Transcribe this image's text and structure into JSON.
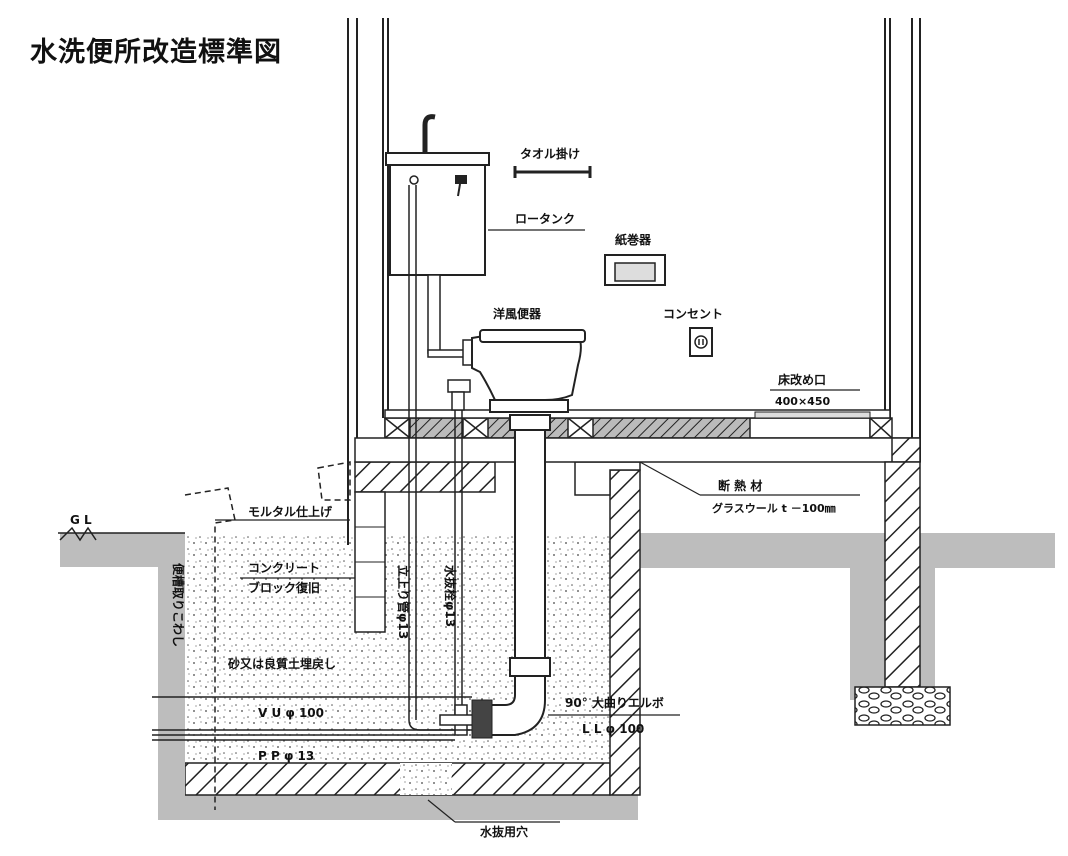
{
  "title": "水洗便所改造標準図",
  "labels": {
    "towel_bar": "タオル掛け",
    "low_tank": "ロータンク",
    "paper_holder": "紙巻器",
    "toilet": "洋風便器",
    "outlet": "コンセント",
    "floor_hatch": "床改め口",
    "floor_hatch_size": "400×450",
    "insulation": "断 熱 材",
    "insulation_spec": "グラスウール t －100㎜",
    "gl": "G L",
    "mortar": "モルタル仕上げ",
    "concrete_1": "コンクリート",
    "concrete_2": "ブロック復旧",
    "demolish": "便槽取りこわし",
    "riser_pipe": "立上り管φ13",
    "drain_valve": "水抜栓φ13",
    "backfill": "砂又は良質土埋戻し",
    "vu": "V U φ 100",
    "pp": "P P φ 13",
    "elbow": "90° 大曲りエルボ",
    "ll": "L L φ 100",
    "drain_hole": "水抜用穴"
  }
}
